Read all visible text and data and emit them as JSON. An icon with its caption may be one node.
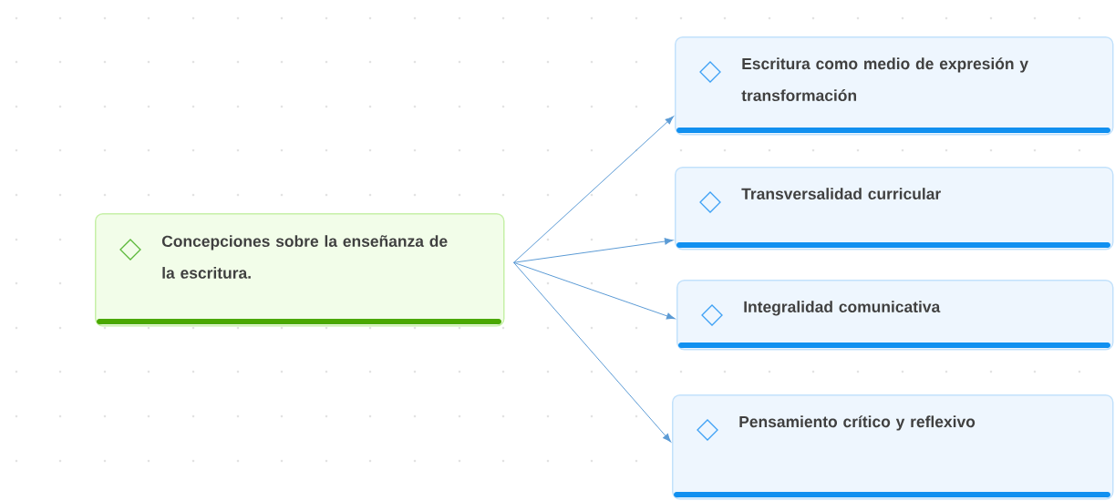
{
  "diagram": {
    "nodes": [
      {
        "text": [
          "Concepciones sobre la enseñanza de la escritura."
        ]
      },
      {
        "text": [
          "Escritura como medio de expresión y transformación"
        ]
      },
      {
        "text": [
          "Transversalidad curricular"
        ]
      },
      {
        "text": [
          "Integralidad comunicativa"
        ]
      },
      {
        "text": [
          "Pensamiento crítico y reflexivo"
        ]
      }
    ],
    "edges": [
      {
        "from": 0,
        "to": 1,
        "arrow": "to"
      },
      {
        "from": 0,
        "to": 2,
        "arrow": "to"
      },
      {
        "from": 0,
        "to": 3,
        "arrow": "to"
      },
      {
        "from": 0,
        "to": 4,
        "arrow": "to"
      }
    ]
  }
}
